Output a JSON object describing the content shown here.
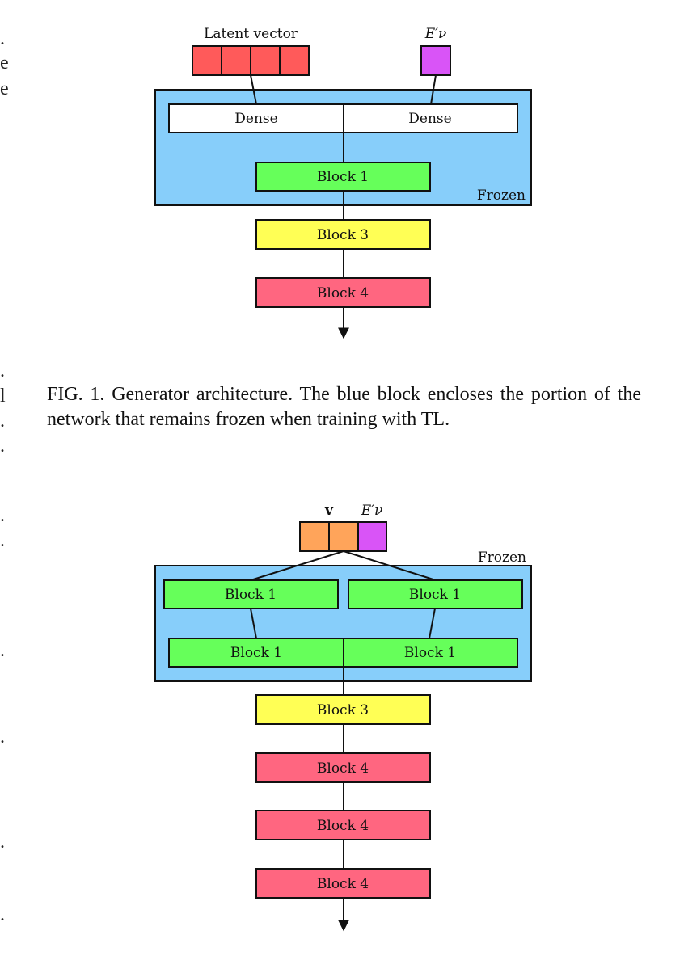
{
  "edge_fragments": [
    ".",
    "e",
    "e",
    ".",
    "l",
    ".",
    ".",
    ".",
    ".",
    ".",
    ".",
    ".",
    "."
  ],
  "colors": {
    "frozen_bg": "#87cefa",
    "latent": "#ff5a5a",
    "energy": "#d954f7",
    "v_input": "#ffa45a",
    "block1": "#66ff5a",
    "block3": "#ffff55",
    "block4": "#ff6680",
    "dense": "#ffffff",
    "stroke": "#111111"
  },
  "figure1": {
    "input_latent_label": "Latent vector",
    "input_energy_label": "E′ν",
    "dense_left": "Dense",
    "dense_right": "Dense",
    "block1": "Block 1",
    "frozen_label": "Frozen",
    "block3": "Block 3",
    "block4": "Block 4",
    "caption": "FIG. 1. Generator architecture. The blue block encloses the portion of the network that remains frozen when training with TL."
  },
  "figure2": {
    "input_v_label": "v",
    "input_energy_label": "E′ν",
    "frozen_label": "Frozen",
    "top_block1_left": "Block 1",
    "top_block1_right": "Block 1",
    "bottom_block1_left": "Block 1",
    "bottom_block1_right": "Block 1",
    "block3": "Block 3",
    "block4_a": "Block 4",
    "block4_b": "Block 4",
    "block4_c": "Block 4"
  }
}
